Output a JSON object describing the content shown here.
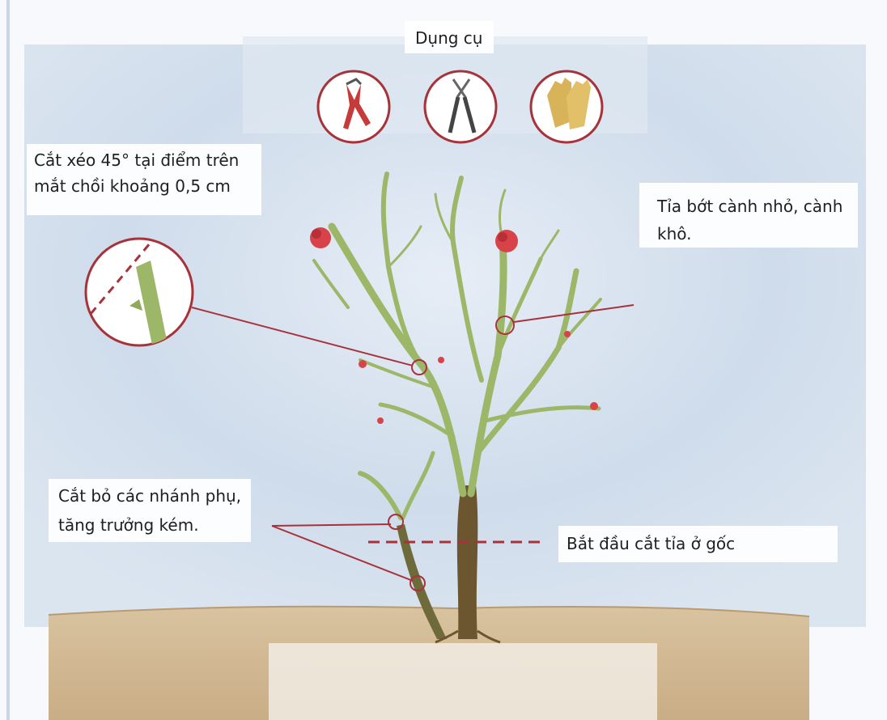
{
  "tools": {
    "title": "Dụng cụ",
    "items": [
      {
        "icon": "pruning-shears-icon"
      },
      {
        "icon": "loppers-icon"
      },
      {
        "icon": "gardening-gloves-icon"
      }
    ]
  },
  "annotations": {
    "cut_angle": {
      "line1": "Cắt xéo 45° tại điểm trên",
      "line2": "mắt chồi khoảng 0,5 cm"
    },
    "thin_branches": {
      "line1": "Tỉa bớt cành nhỏ, cành",
      "line2": "khô."
    },
    "remove_suckers": {
      "line1": "Cắt bỏ các nhánh phụ,",
      "line2": "tăng trưởng kém."
    },
    "base_cut": {
      "text": "Bắt đầu cắt tỉa ở gốc"
    }
  },
  "colors": {
    "annotation_line": "#a8323a",
    "tool_circle": "#a8323a",
    "branch": "#9cb768",
    "trunk": "#6b5630",
    "sky": "#cfdceb",
    "ground": "#cfb592",
    "rose": "#d8434a"
  }
}
